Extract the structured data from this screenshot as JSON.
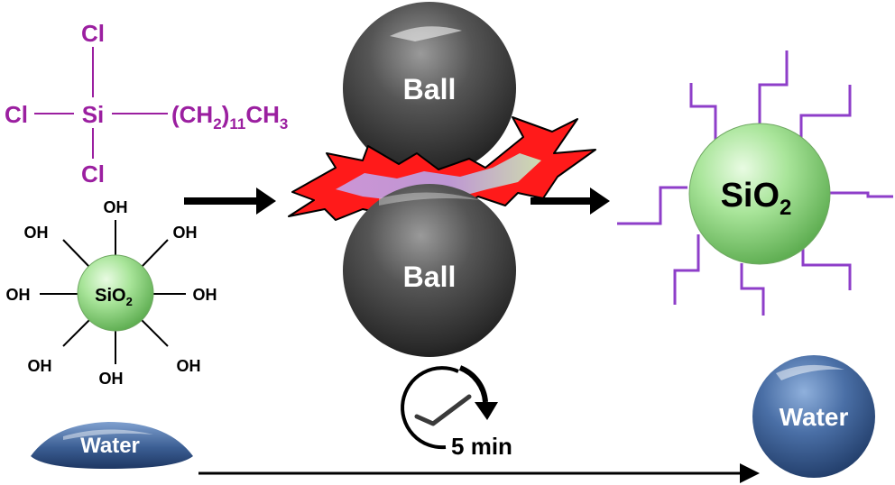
{
  "silane": {
    "atom_top": "Cl",
    "atom_left": "Cl",
    "atom_center": "Si",
    "atom_bottom": "Cl",
    "chain_prefix": "(CH",
    "chain_sub1": "2",
    "chain_mid": ")",
    "chain_sub2": "11",
    "chain_suffix": "CH",
    "chain_sub3": "3",
    "color": "#9b1fa0"
  },
  "particle_hydroxyl": {
    "core_text": "SiO",
    "core_sub": "2",
    "groups": [
      "OH",
      "OH",
      "OH",
      "OH",
      "OH",
      "OH",
      "OH",
      "OH"
    ]
  },
  "ball_mill": {
    "ball_top_label": "Ball",
    "ball_bottom_label": "Ball"
  },
  "particle_modified": {
    "core_text": "SiO",
    "core_sub": "2",
    "chain_color": "#8e3ec9"
  },
  "timer": {
    "label": "5 min",
    "icon": "clock-check-icon"
  },
  "droplets": {
    "before_label": "Water",
    "after_label": "Water"
  },
  "colors": {
    "sphere_green": "#a9e59a",
    "ball_gray": "#4a4a4a",
    "spark_red": "#ff1a1a",
    "spark_purple": "#b58be0",
    "water_blue": "#3b5e93"
  }
}
